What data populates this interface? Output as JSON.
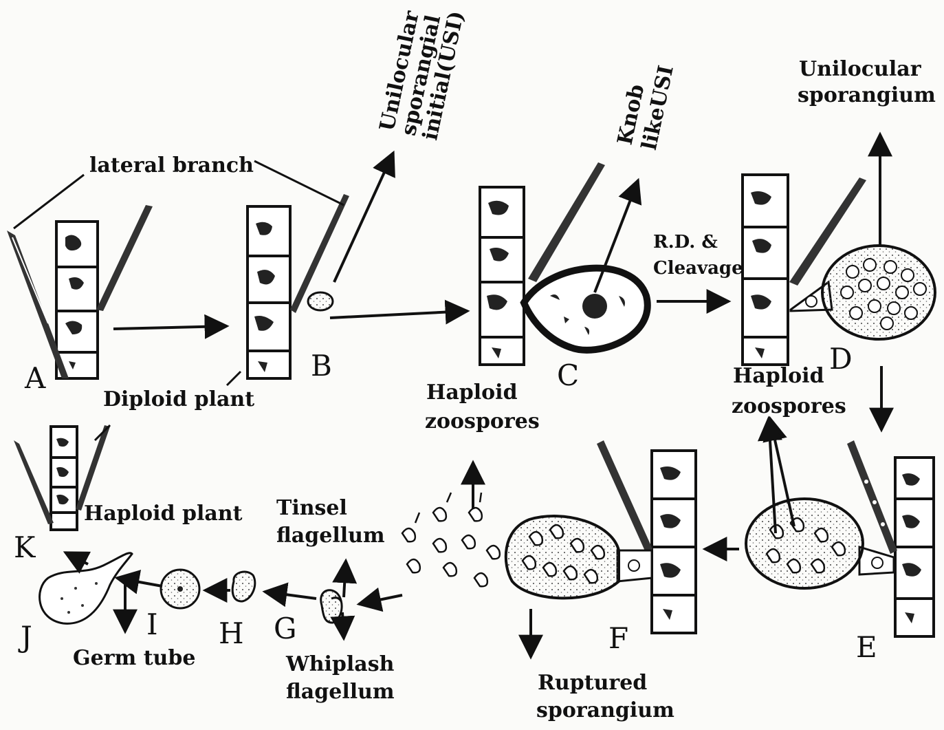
{
  "labels": {
    "lateral_branch": "lateral branch",
    "usi_line1": "Unilocular",
    "usi_line2": "sporangial",
    "usi_line3": "initial(USI)",
    "knob_line1": "Knob",
    "knob_line2": "likeUSI",
    "unilocular_line1": "Unilocular",
    "unilocular_line2": "sporangium",
    "rd_line1": "R.D. &",
    "rd_line2": "Cleavage",
    "diploid_plant": "Diploid plant",
    "haploid_zoo_1_line1": "Haploid",
    "haploid_zoo_1_line2": "zoospores",
    "haploid_zoo_2_line1": "Haploid",
    "haploid_zoo_2_line2": "zoospores",
    "haploid_plant": "Haploid plant",
    "tinsel_line1": "Tinsel",
    "tinsel_line2": "flagellum",
    "whiplash_line1": "Whiplash",
    "whiplash_line2": "flagellum",
    "germ_tube": "Germ tube",
    "ruptured_line1": "Ruptured",
    "ruptured_line2": "sporangium"
  },
  "stages": {
    "A": "A",
    "B": "B",
    "C": "C",
    "D": "D",
    "E": "E",
    "F": "F",
    "G": "G",
    "H": "H",
    "I": "I",
    "J": "J",
    "K": "K"
  }
}
